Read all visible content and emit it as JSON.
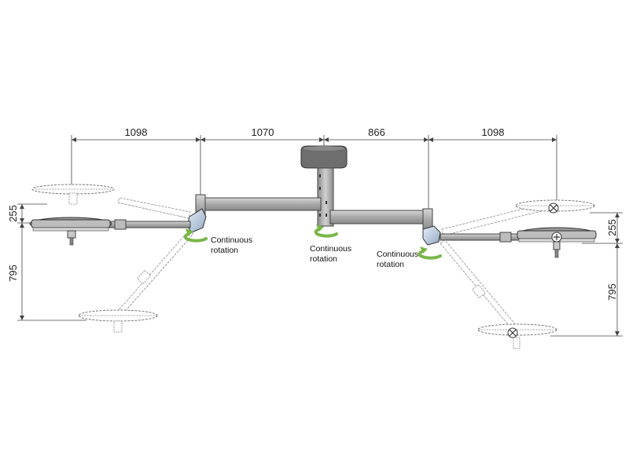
{
  "dimensions": {
    "top": [
      "1098",
      "1070",
      "866",
      "1098"
    ],
    "left_vertical": [
      "255",
      "795"
    ],
    "right_vertical": [
      "255",
      "795"
    ]
  },
  "rotation_labels": [
    {
      "line1": "Continuous",
      "line2": "rotation"
    },
    {
      "line1": "Continuous",
      "line2": "rotation"
    },
    {
      "line1": "Continuous",
      "line2": "rotation"
    }
  ],
  "colors": {
    "tube": "#b3b3b3",
    "canopy": "#6e6e6e",
    "joint": "#b9c9dc",
    "rotation_arrow": "#7ab648",
    "line": "#444444"
  }
}
